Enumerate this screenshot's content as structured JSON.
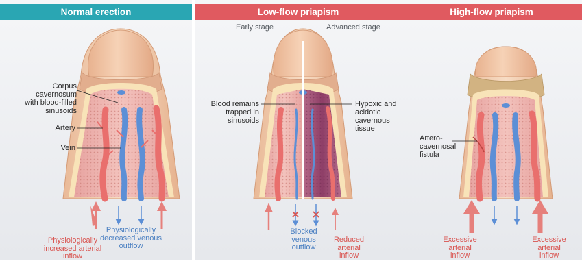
{
  "colors": {
    "normal_header": "#2aa6b3",
    "priapism_header": "#e05a60",
    "artery": "#e96f6d",
    "vein": "#5c8fd6",
    "panel_bg": "#eef0f3",
    "glans": "#f3c9a8",
    "hypoxic_tissue": "#8e3e67"
  },
  "panels": {
    "normal": {
      "title": "Normal erection",
      "labels": {
        "corpus": "Corpus cavernosum with blood-filled sinusoids",
        "artery": "Artery",
        "vein": "Vein"
      },
      "captions": {
        "arterial": "Physiologically increased arterial inflow",
        "venous": "Physiologically decreased venous outflow"
      }
    },
    "low_flow": {
      "title": "Low-flow priapism",
      "early_stage": "Early stage",
      "advanced_stage": "Advanced stage",
      "labels": {
        "trapped": "Blood remains trapped in sinusoids",
        "hypoxic": "Hypoxic and acidotic cavernous tissue"
      },
      "captions": {
        "blocked": "Blocked venous outflow",
        "reduced": "Reduced arterial inflow"
      }
    },
    "high_flow": {
      "title": "High-flow priapism",
      "labels": {
        "fistula": "Artero-cavernosal fistula"
      },
      "captions": {
        "excessive_left": "Excessive arterial inflow",
        "excessive_right": "Excessive arterial inflow"
      }
    }
  }
}
